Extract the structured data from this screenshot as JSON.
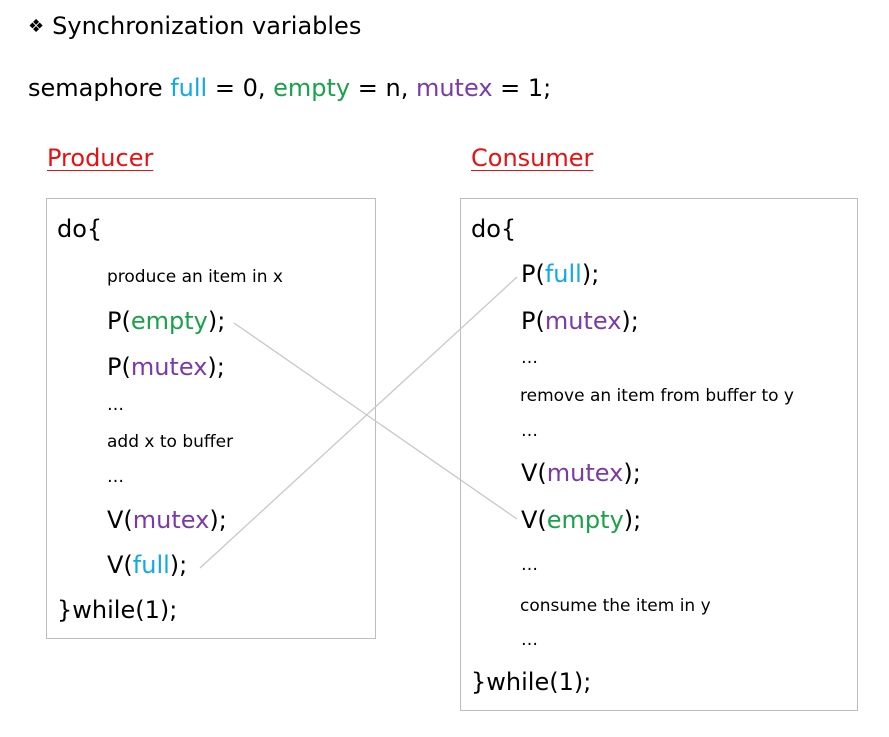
{
  "heading": {
    "bullet": "❖",
    "text": "Synchronization variables"
  },
  "declaration": {
    "prefix": "semaphore ",
    "full": "full",
    "full_init": " = 0, ",
    "empty": "empty",
    "empty_init": " = n, ",
    "mutex": "mutex",
    "mutex_init": " = 1;"
  },
  "producer": {
    "title": "Producer",
    "do": "do{",
    "produce": "produce an item in x",
    "p_empty": {
      "op": "P(",
      "var": "empty",
      "end": ");"
    },
    "p_mutex": {
      "op": "P(",
      "var": "mutex",
      "end": ");"
    },
    "dots1": "…",
    "add": "add x to buffer",
    "dots2": "…",
    "v_mutex": {
      "op": "V(",
      "var": "mutex",
      "end": ");"
    },
    "v_full": {
      "op": "V(",
      "var": "full",
      "end": ");"
    },
    "while": "}while(1);"
  },
  "consumer": {
    "title": "Consumer",
    "do": "do{",
    "p_full": {
      "op": "P(",
      "var": "full",
      "end": ");"
    },
    "p_mutex": {
      "op": "P(",
      "var": "mutex",
      "end": ");"
    },
    "dots1": "…",
    "remove": "remove an item from buffer to y",
    "dots2": "…",
    "v_mutex": {
      "op": "V(",
      "var": "mutex",
      "end": ");"
    },
    "v_empty": {
      "op": "V(",
      "var": "empty",
      "end": ");"
    },
    "dots3": "…",
    "consume": "consume the item in y",
    "dots4": "…",
    "while": "}while(1);"
  },
  "colors": {
    "full": "#10a8e8",
    "empty": "#1aa24a",
    "mutex": "#7a3aa8",
    "section_title": "#e81010",
    "connector": "#c8c8c8"
  }
}
